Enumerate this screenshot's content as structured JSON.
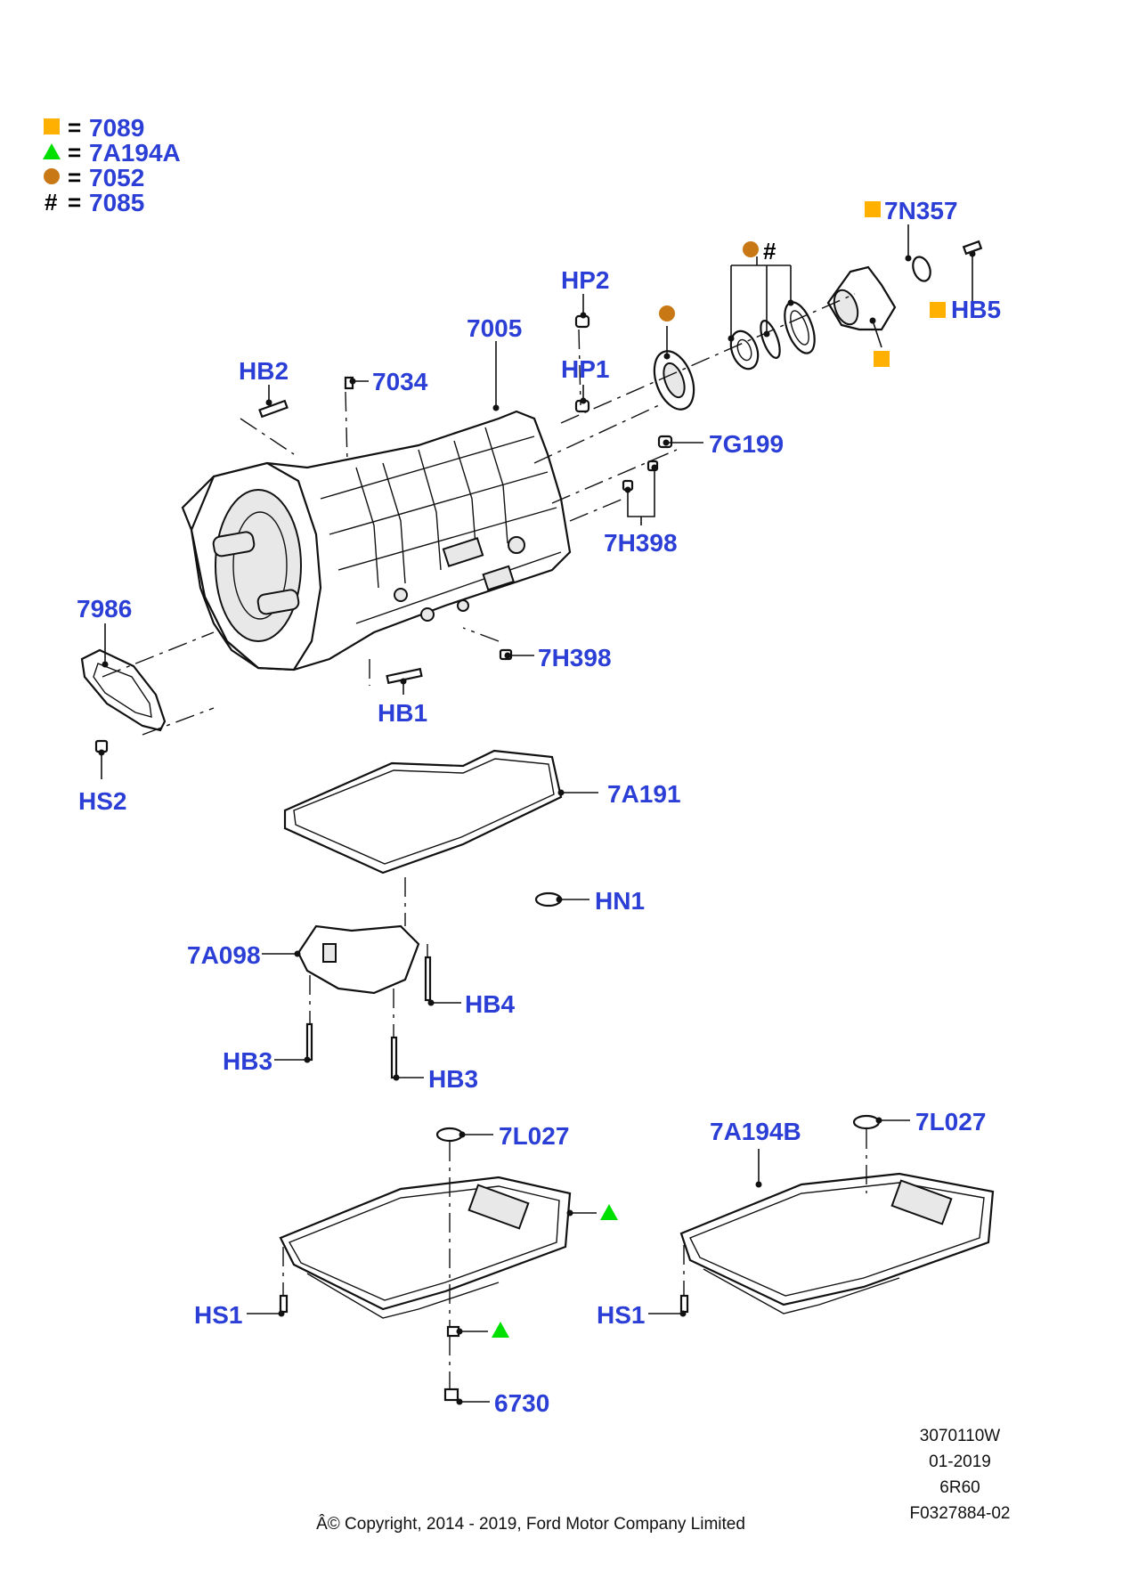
{
  "legend": [
    {
      "symbol": "square",
      "color": "#ffb000",
      "code": "7089"
    },
    {
      "symbol": "triangle",
      "color": "#00e000",
      "code": "7A194A"
    },
    {
      "symbol": "circle",
      "color": "#c87814",
      "code": "7052"
    },
    {
      "symbol": "hash",
      "color": "#000000",
      "code": "7085"
    }
  ],
  "legend_equals": "=",
  "hash_symbol": "#",
  "labels": {
    "7N357": "7N357",
    "HB5": "HB5",
    "HP2": "HP2",
    "HP1": "HP1",
    "7005": "7005",
    "HB2": "HB2",
    "7034": "7034",
    "7G199": "7G199",
    "7H398_top": "7H398",
    "7986": "7986",
    "7H398_bottom": "7H398",
    "HB1": "HB1",
    "HS2": "HS2",
    "7A191": "7A191",
    "HN1": "HN1",
    "7A098": "7A098",
    "HB4": "HB4",
    "HB3_left": "HB3",
    "HB3_right": "HB3",
    "7L027_left": "7L027",
    "7A194B": "7A194B",
    "7L027_right": "7L027",
    "HS1_left": "HS1",
    "HS1_right": "HS1",
    "6730": "6730"
  },
  "footer": {
    "ref_lines": [
      "3070110W",
      "01-2019",
      "6R60",
      "F0327884-02"
    ],
    "copyright": "Â© Copyright, 2014 - 2019, Ford Motor Company Limited"
  },
  "colors": {
    "label_blue": "#2b3fd6",
    "square_orange": "#ffb000",
    "triangle_green": "#00e000",
    "circle_brown": "#c87814"
  }
}
